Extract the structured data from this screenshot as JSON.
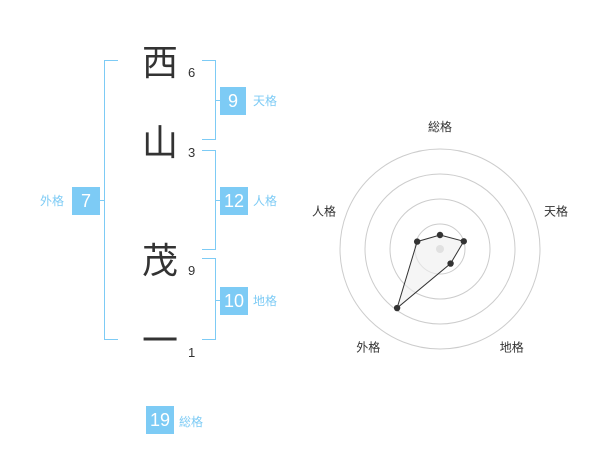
{
  "name": {
    "characters": [
      {
        "char": "西",
        "strokes": "6"
      },
      {
        "char": "山",
        "strokes": "3"
      },
      {
        "char": "茂",
        "strokes": "9"
      },
      {
        "char": "一",
        "strokes": "1"
      }
    ]
  },
  "kakusu": {
    "tenkaku": {
      "value": "9",
      "label": "天格"
    },
    "jinkaku": {
      "value": "12",
      "label": "人格"
    },
    "chikaku": {
      "value": "10",
      "label": "地格"
    },
    "gaikaku": {
      "value": "7",
      "label": "外格"
    },
    "soukaku": {
      "value": "19",
      "label": "総格"
    }
  },
  "chart_data": {
    "type": "radar",
    "axes": [
      "総格",
      "天格",
      "地格",
      "外格",
      "人格"
    ],
    "values": [
      0.14,
      0.25,
      0.18,
      0.73,
      0.24
    ],
    "rings": 4,
    "colors": {
      "accent": "#7dcbf5",
      "line": "#333333",
      "fill": "#eeeeee"
    }
  }
}
